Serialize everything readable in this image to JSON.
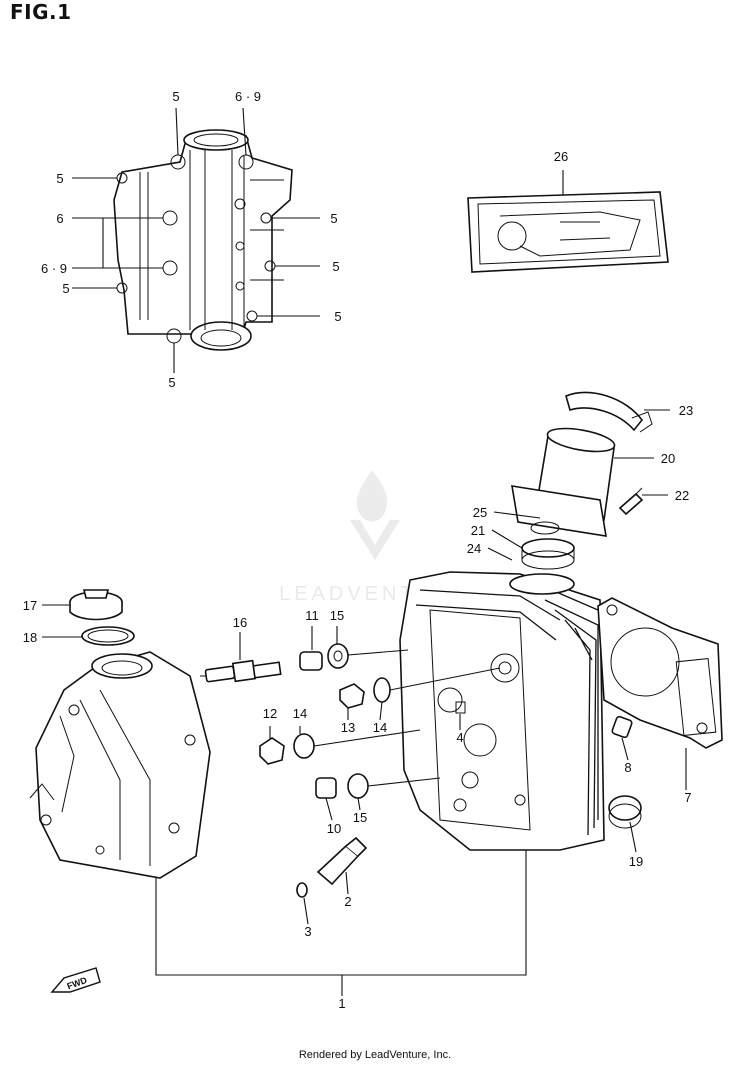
{
  "figure": {
    "title": "FIG.1"
  },
  "footer": {
    "text": "Rendered by LeadVenture, Inc."
  },
  "watermark": {
    "text": "LEADVENTURE"
  },
  "fwd_arrow": {
    "text": "FWD"
  },
  "callouts": {
    "c1": "1",
    "c2": "2",
    "c3": "3",
    "c4": "4",
    "c5_top": "5",
    "c5_left_a": "5",
    "c5_left_b": "5",
    "c5_right_a": "5",
    "c5_right_b": "5",
    "c5_right_c": "5",
    "c5_bottom": "5",
    "c6": "6",
    "c6_9_top": "6 · 9",
    "c6_9_left": "6 · 9",
    "c7": "7",
    "c8": "8",
    "c10": "10",
    "c11": "11",
    "c12": "12",
    "c13": "13",
    "c14_a": "14",
    "c14_b": "14",
    "c15_a": "15",
    "c15_b": "15",
    "c16": "16",
    "c17": "17",
    "c18": "18",
    "c19": "19",
    "c20": "20",
    "c21": "21",
    "c22": "22",
    "c23": "23",
    "c24": "24",
    "c25": "25",
    "c26": "26"
  }
}
